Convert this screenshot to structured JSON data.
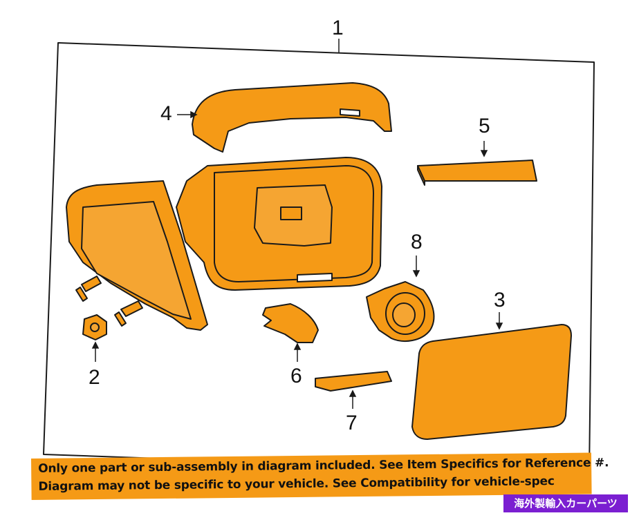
{
  "callouts": {
    "c1": "1",
    "c2": "2",
    "c3": "3",
    "c4": "4",
    "c5": "5",
    "c6": "6",
    "c7": "7",
    "c8": "8"
  },
  "notice": {
    "line1": "Only one part or sub-assembly in diagram included. See Item Specifics for Reference #.",
    "line2": "Diagram may not be specific to your vehicle. See Compatibility for vehicle-spec"
  },
  "badge": {
    "text": "海外製輸入カーパーツ"
  },
  "colors": {
    "part_fill": "#f59a16",
    "outline": "#1a1a1a",
    "notice_bg": "#f59a16",
    "badge_bg": "#7b1fd1"
  }
}
